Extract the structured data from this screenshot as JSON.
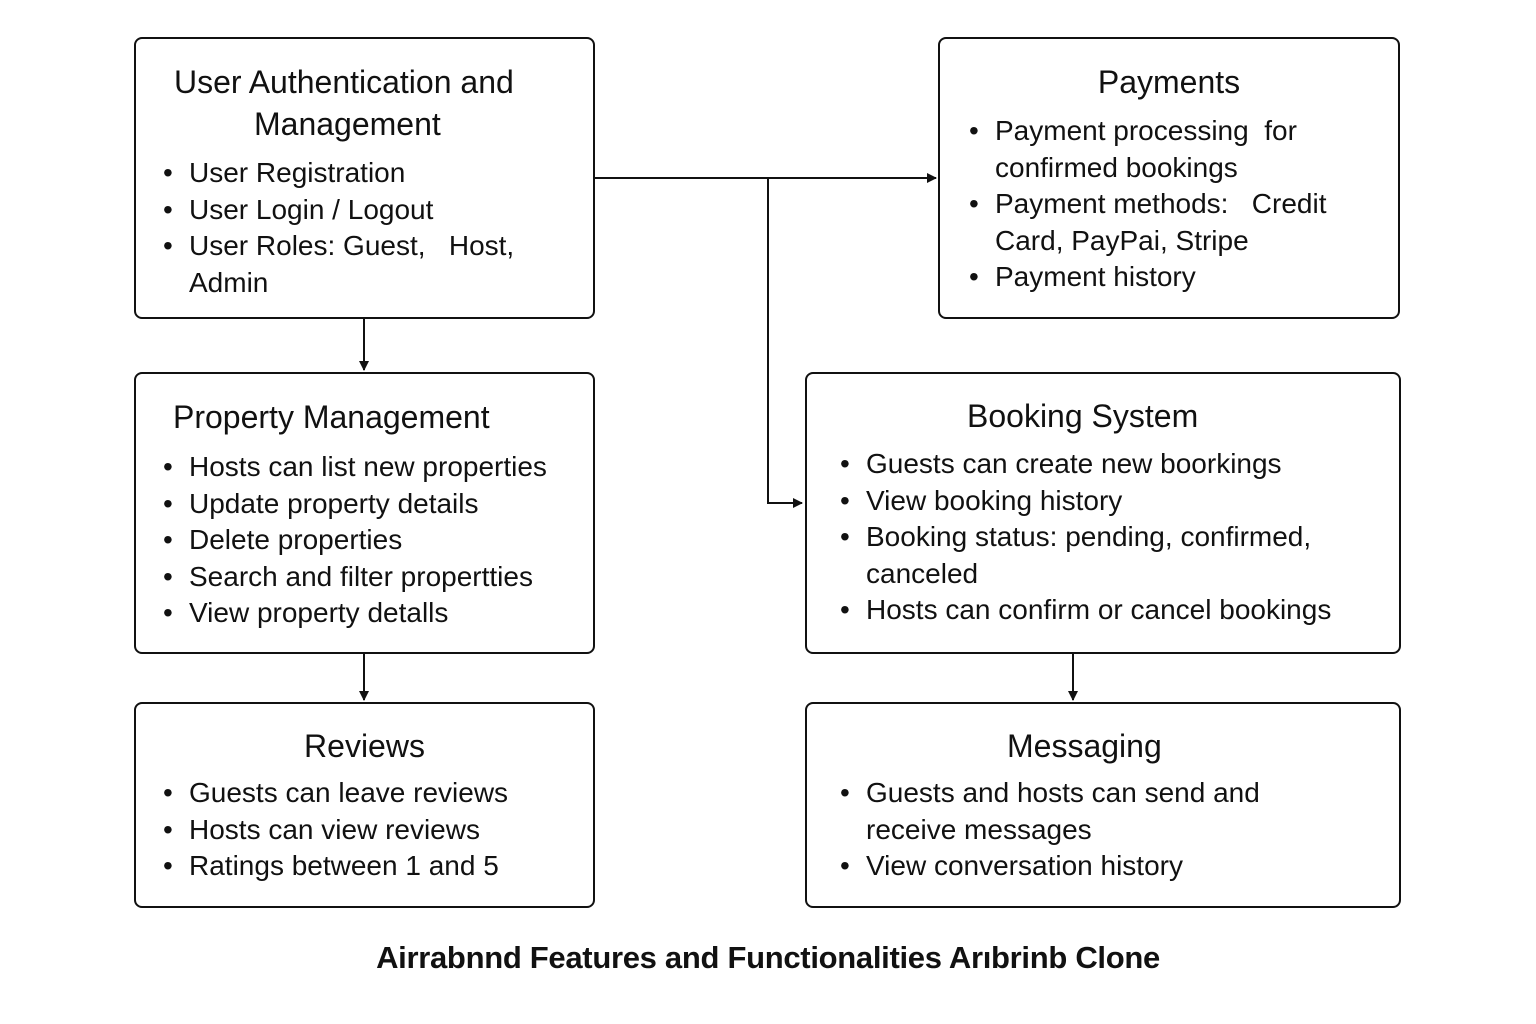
{
  "boxes": {
    "user_auth": {
      "title_lines": [
        "User Authentication and",
        "Management"
      ],
      "items": [
        "User Registration",
        "User Login / Logout",
        "User Roles: Guest,   Host, Admin"
      ]
    },
    "payments": {
      "title": "Payments",
      "items": [
        "Payment processing  for confirmed bookings",
        "Payment methods:   Credit Card, PayPai, Stripe",
        "Payment history"
      ]
    },
    "property": {
      "title": "Property Management",
      "items": [
        "Hosts can list new properties",
        "Update property details",
        "Delete properties",
        "Search and filter propertties",
        "View property detalls"
      ]
    },
    "booking": {
      "title": "Booking System",
      "items": [
        "Guests can create new boorkings",
        "View booking history",
        "Booking status: pending, confirmed, canceled",
        "Hosts can confirm or cancel bookings"
      ]
    },
    "reviews": {
      "title": "Reviews",
      "items": [
        "Guests can leave reviews",
        "Hosts can view reviews",
        "Ratings between 1 and 5"
      ]
    },
    "messaging": {
      "title": "Messaging",
      "items": [
        "Guests and hosts can send and receive messages",
        "View conversation history"
      ]
    }
  },
  "caption": "Airrabnnd Features and Functionalities Arıbrinb Clone"
}
